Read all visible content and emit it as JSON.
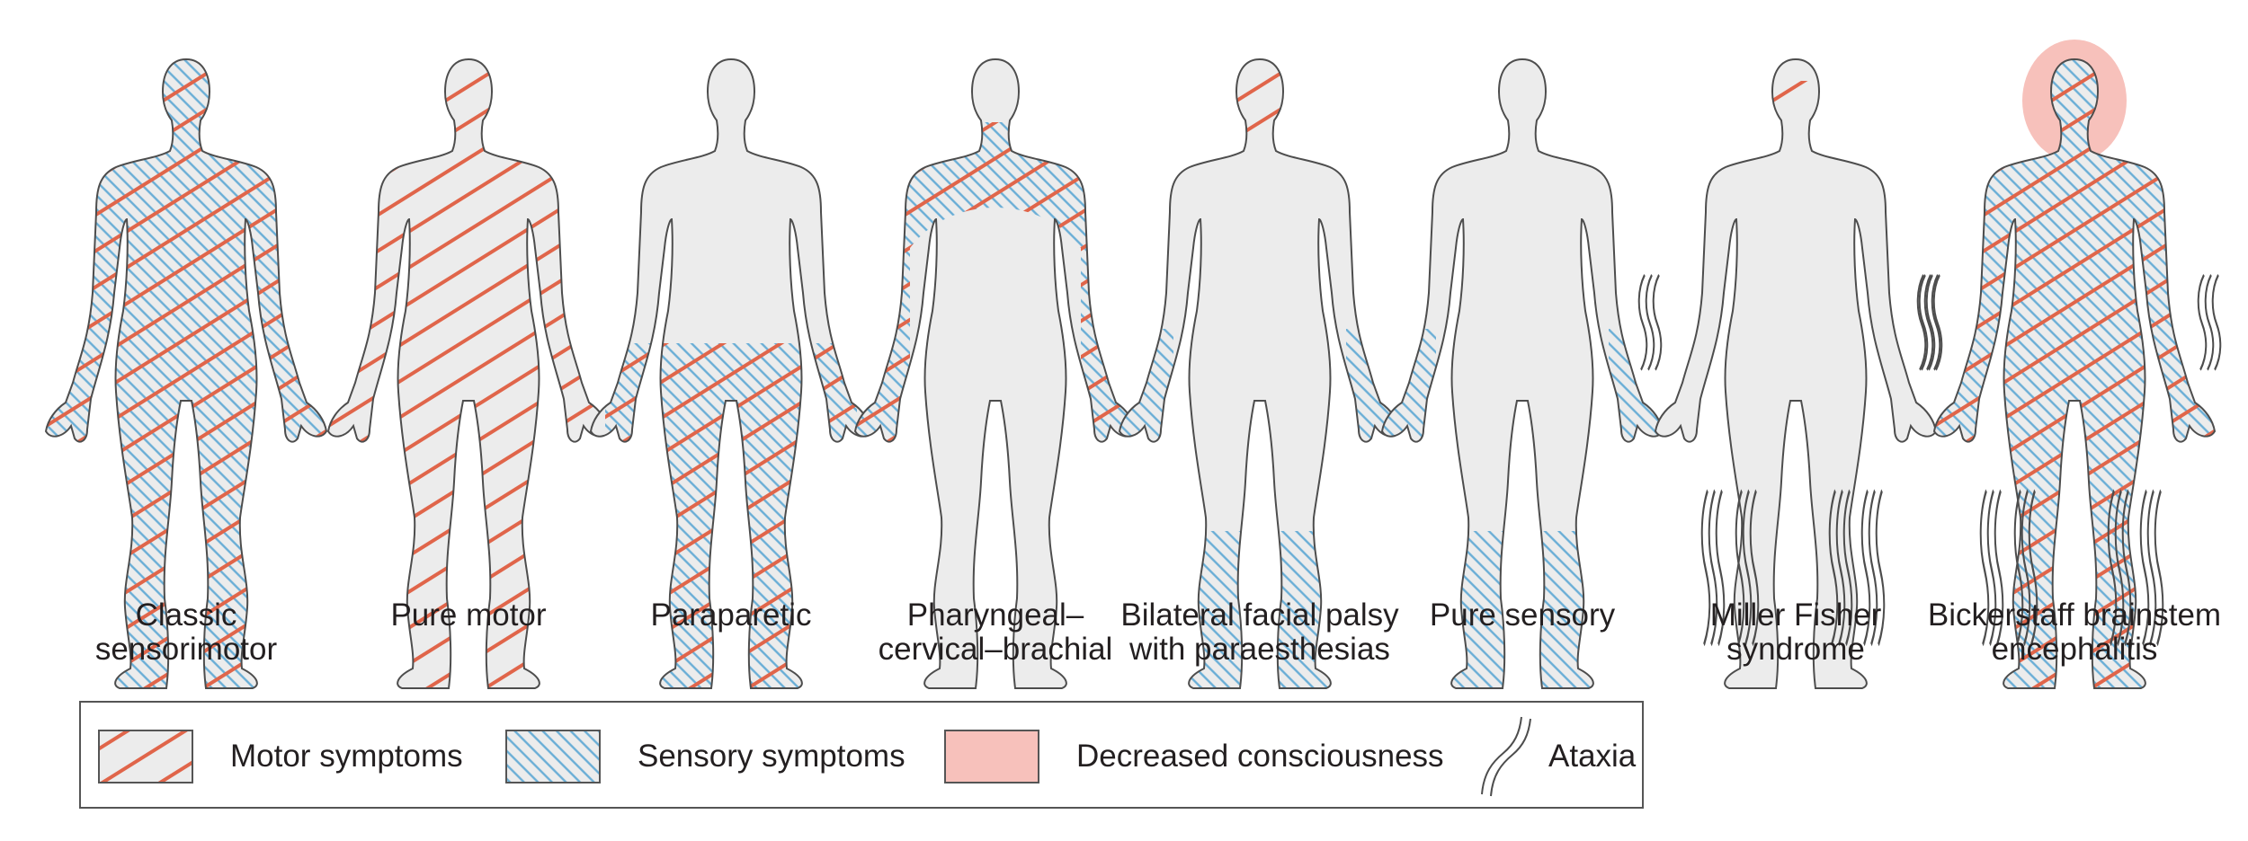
{
  "panels": [
    {
      "id": "classic",
      "label_lines": [
        "Classic",
        "sensorimotor"
      ],
      "motor": "whole-body",
      "sensory": "whole-body",
      "consciousness": false,
      "ataxia": false
    },
    {
      "id": "pure-motor",
      "label_lines": [
        "Pure motor",
        ""
      ],
      "motor": "whole-body",
      "sensory": "none",
      "consciousness": false,
      "ataxia": false
    },
    {
      "id": "paraparetic",
      "label_lines": [
        "Paraparetic",
        ""
      ],
      "motor": "legs",
      "sensory": "legs",
      "consciousness": false,
      "ataxia": false
    },
    {
      "id": "pcb",
      "label_lines": [
        "Pharyngeal–",
        "cervical–brachial"
      ],
      "motor": "neck-shoulders-arms",
      "sensory": "neck-shoulders-arms",
      "consciousness": false,
      "ataxia": false
    },
    {
      "id": "facial",
      "label_lines": [
        "Bilateral facial palsy",
        "with paraesthesias"
      ],
      "motor": "face",
      "sensory": "hands-feet",
      "consciousness": false,
      "ataxia": false
    },
    {
      "id": "pure-sensory",
      "label_lines": [
        "Pure sensory",
        ""
      ],
      "motor": "none",
      "sensory": "hands-feet",
      "consciousness": false,
      "ataxia": false
    },
    {
      "id": "miller-fisher",
      "label_lines": [
        "Miller Fisher",
        "syndrome"
      ],
      "motor": "eyes",
      "sensory": "none",
      "consciousness": false,
      "ataxia": true
    },
    {
      "id": "bickerstaff",
      "label_lines": [
        "Bickerstaff brainstem",
        "encephalitis"
      ],
      "motor": "whole-body",
      "sensory": "whole-body",
      "consciousness": true,
      "ataxia": true
    }
  ],
  "legend": {
    "motor": "Motor symptoms",
    "sensory": "Sensory symptoms",
    "consciousness": "Decreased consciousness",
    "ataxia": "Ataxia"
  },
  "colors": {
    "motor": "#e0654a",
    "sensory": "#6aaed6",
    "body_fill": "#ececec",
    "outline": "#4d4d4d",
    "consciousness": "#f7c1bb"
  }
}
